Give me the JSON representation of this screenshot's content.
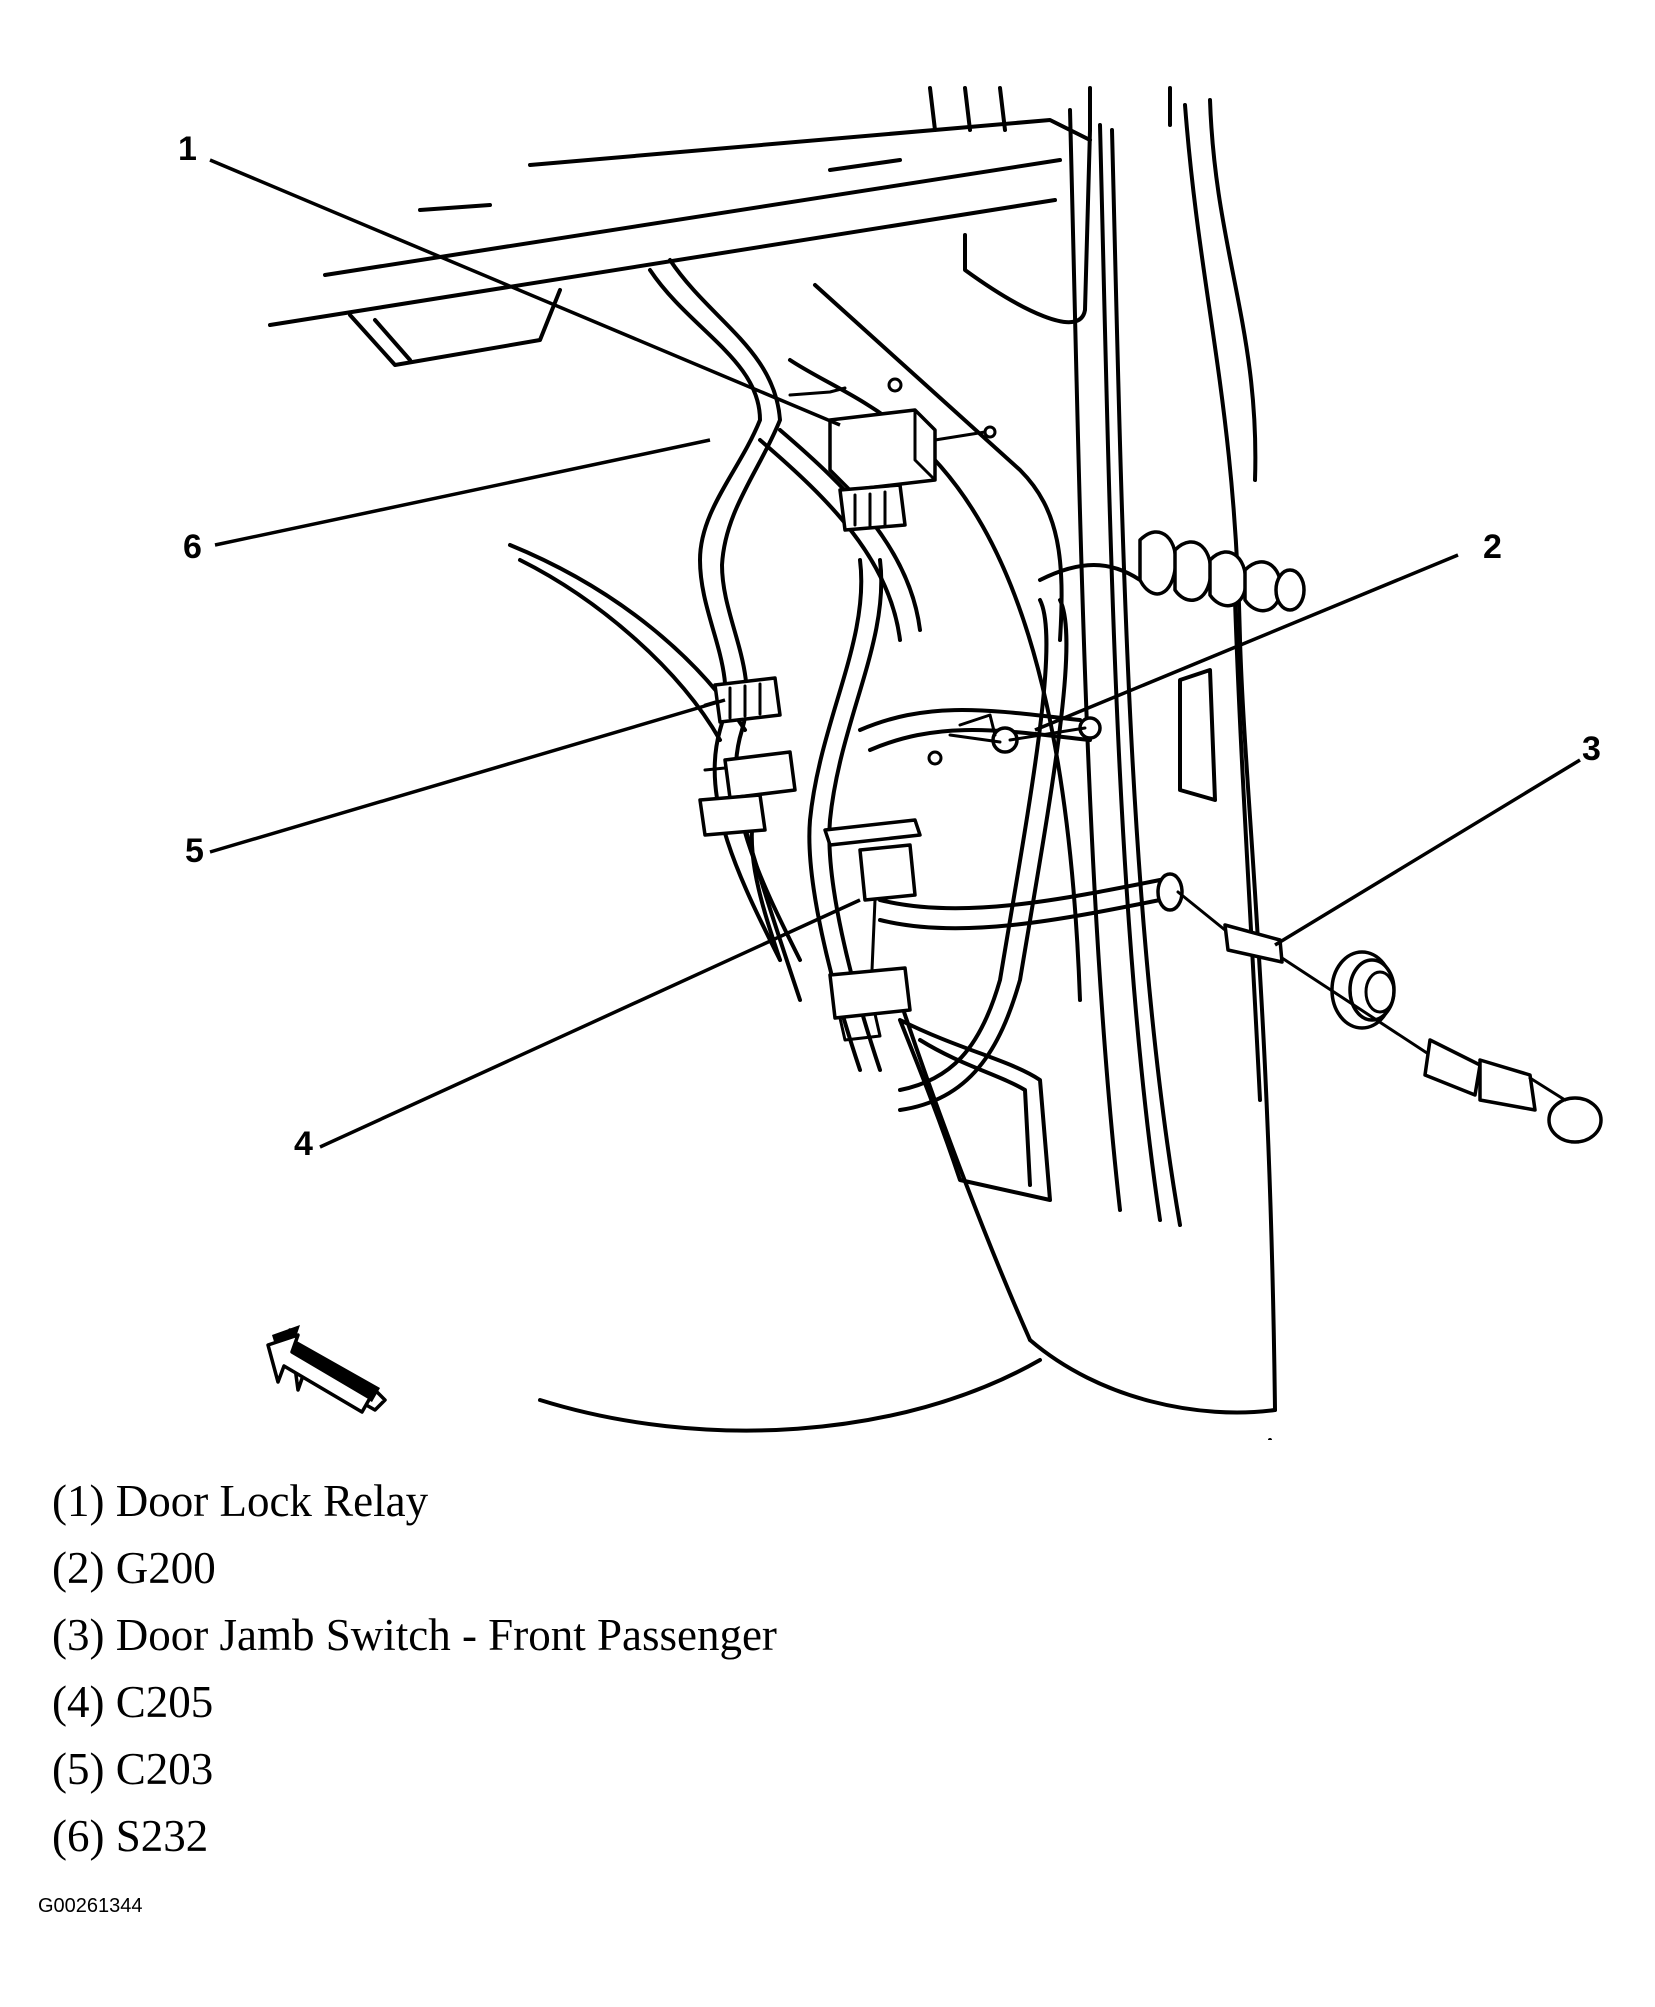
{
  "callouts": [
    {
      "number": "1",
      "label": "Door Lock Relay",
      "legend_text": "(1) Door Lock Relay"
    },
    {
      "number": "2",
      "label": "G200",
      "legend_text": "(2) G200"
    },
    {
      "number": "3",
      "label": "Door Jamb Switch - Front Passenger",
      "legend_text": "(3) Door Jamb Switch - Front Passenger"
    },
    {
      "number": "4",
      "label": "C205",
      "legend_text": "(4) C205"
    },
    {
      "number": "5",
      "label": "C203",
      "legend_text": "(5) C203"
    },
    {
      "number": "6",
      "label": "S232",
      "legend_text": "(6) S232"
    }
  ],
  "figure_code": "G00261344",
  "icons": [
    "front-direction-arrow-icon"
  ]
}
